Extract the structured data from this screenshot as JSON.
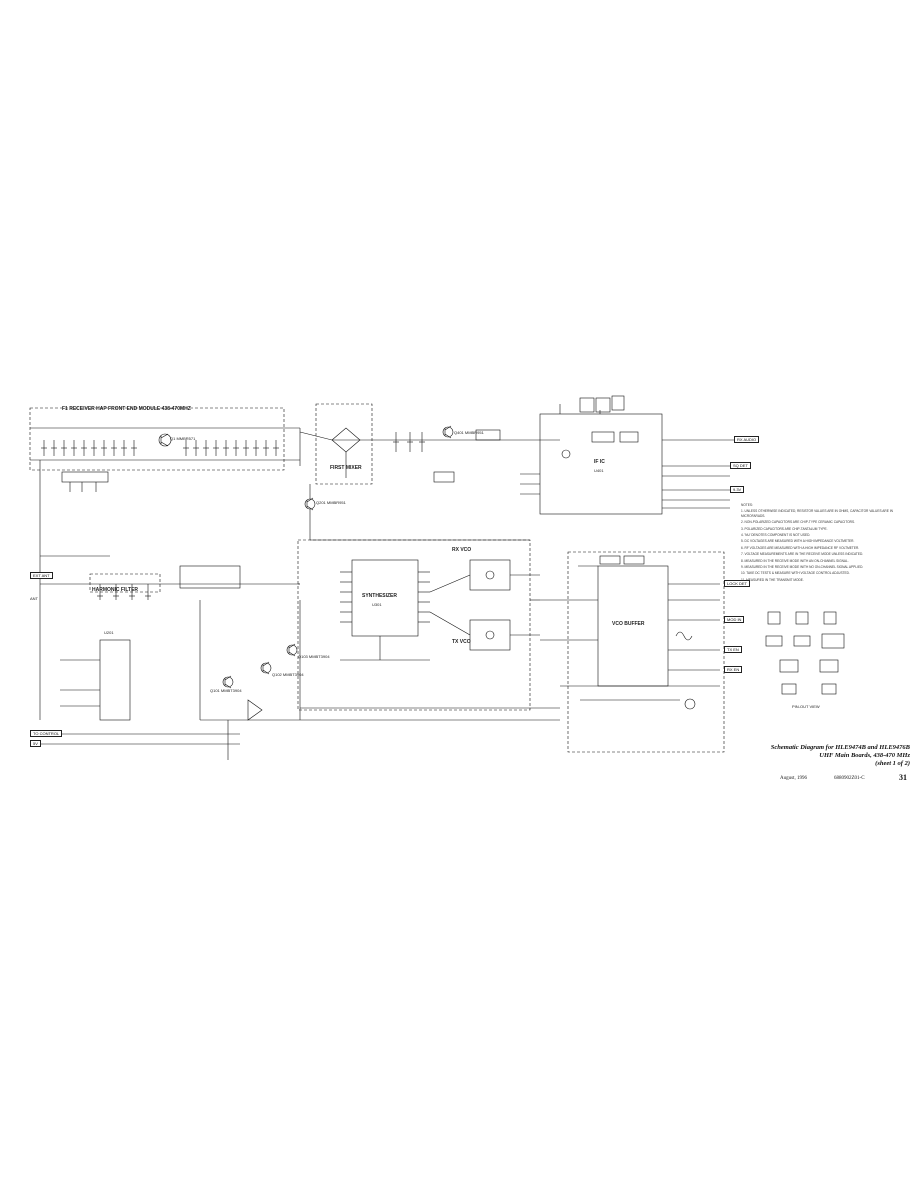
{
  "document": {
    "title_line1": "Schematic Diagram for HLE9474B and HLE9476B",
    "title_line2": "UHF Main Boards, 438-470 MHz",
    "title_line3": "(sheet 1 of 2)",
    "date": "August, 1996",
    "part_number": "6880902Z01-C",
    "page_number": "31"
  },
  "blocks": {
    "front_end": "F1 RECEIVER HAP FRONT END MODULE 438-470MHZ",
    "first_mixer": "FIRST MIXER",
    "harmonic_filter": "HARMONIC FILTER",
    "rx_vco": "RX VCO",
    "tx_vco": "TX VCO",
    "if_ic": "IF IC",
    "synth": "SYNTHESIZER",
    "ant": "ANT",
    "vco_buffer": "VCO BUFFER"
  },
  "ports": {
    "ant_jack": "EXT ANT",
    "to_ctrl": "TO CONTROL",
    "rx_audio": "RX AUDIO",
    "sq_det": "SQ DET",
    "mod_in": "MOD IN",
    "lock_det": "LOCK DET",
    "tx_en": "TX EN",
    "rx_en": "RX EN",
    "v_5": "5V",
    "v_9": "9.3V"
  },
  "parts": {
    "q1": "Q1 MMBR571",
    "q201": "Q201 MMBR951",
    "q401": "Q401 MMBR951",
    "u401": "U401",
    "q101": "Q101 MMBT3904",
    "q102": "Q102 MMBT3904",
    "q103": "Q103 MMBT3904",
    "u301": "U301",
    "u201": "U201"
  },
  "notes": {
    "heading": "NOTES:",
    "items": [
      "1. UNLESS OTHERWISE INDICATED, RESISTOR VALUES ARE IN OHMS, CAPACITOR VALUES ARE IN MICROFARADS.",
      "2. NON-POLARIZED CAPACITORS ARE CHIP-TYPE CERAMIC CAPACITORS.",
      "3. POLARIZED CAPACITORS ARE CHIP-TANTALUM TYPE.",
      "4. 'NU' DENOTES COMPONENT IS NOT USED.",
      "5. DC VOLTAGES ARE MEASURED WITH A HIGH IMPEDANCE VOLTMETER.",
      "6. RF VOLTAGES ARE MEASURED WITH A HIGH IMPEDANCE RF VOLTMETER.",
      "7. VOLTAGE MEASUREMENTS ARE IN THE RECEIVE MODE UNLESS INDICATED.",
      "8. MEASURED IN THE RECEIVE MODE WITH AN ON-CHANNEL SIGNAL.",
      "9. MEASURED IN THE RECEIVE MODE WITH NO ON-CHANNEL SIGNAL APPLIED.",
      "10. TAKE DC TESTS & MEASURE WITH VOLTAGE CONTROL ADJUSTED.",
      "11. MEASURED IN THE TRANSMIT MODE."
    ]
  },
  "legend": {
    "caption": "PIN-OUT VIEW"
  },
  "colors": {
    "ink": "#111111",
    "paper": "#ffffff",
    "dash": "#333333"
  }
}
